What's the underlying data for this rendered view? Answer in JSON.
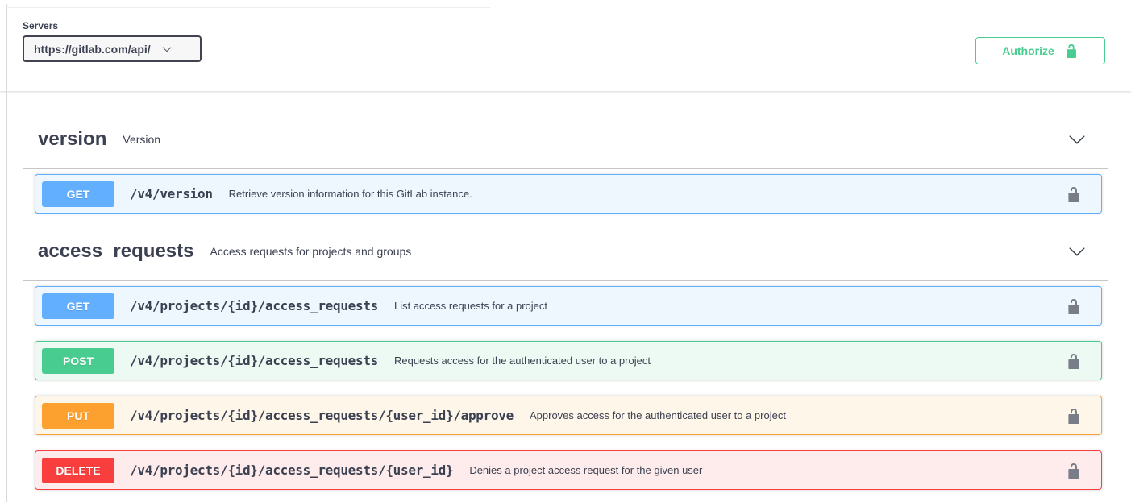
{
  "scheme": {
    "servers_label": "Servers",
    "selected_server": "https://gitlab.com/api/",
    "authorize_label": "Authorize"
  },
  "icons": {
    "server_select_arrow": "chevron-down-icon",
    "authorize_lock": "unlocked-padlock-icon",
    "section_expand": "chevron-down-icon",
    "operation_lock": "unlocked-padlock-icon"
  },
  "colors": {
    "get": "#61affe",
    "post": "#49cc90",
    "put": "#fca130",
    "delete": "#f93e3e",
    "authorize_green": "#49cc90",
    "text": "#3b4151"
  },
  "sections": [
    {
      "title": "version",
      "subtitle": "Version",
      "operations": [
        {
          "method": "GET",
          "path": "/v4/version",
          "description": "Retrieve version information for this GitLab instance."
        }
      ]
    },
    {
      "title": "access_requests",
      "subtitle": "Access requests for projects and groups",
      "operations": [
        {
          "method": "GET",
          "path": "/v4/projects/{id}/access_requests",
          "description": "List access requests for a project"
        },
        {
          "method": "POST",
          "path": "/v4/projects/{id}/access_requests",
          "description": "Requests access for the authenticated user to a project"
        },
        {
          "method": "PUT",
          "path": "/v4/projects/{id}/access_requests/{user_id}/approve",
          "description": "Approves access for the authenticated user to a project"
        },
        {
          "method": "DELETE",
          "path": "/v4/projects/{id}/access_requests/{user_id}",
          "description": "Denies a project access request for the given user"
        }
      ]
    }
  ]
}
